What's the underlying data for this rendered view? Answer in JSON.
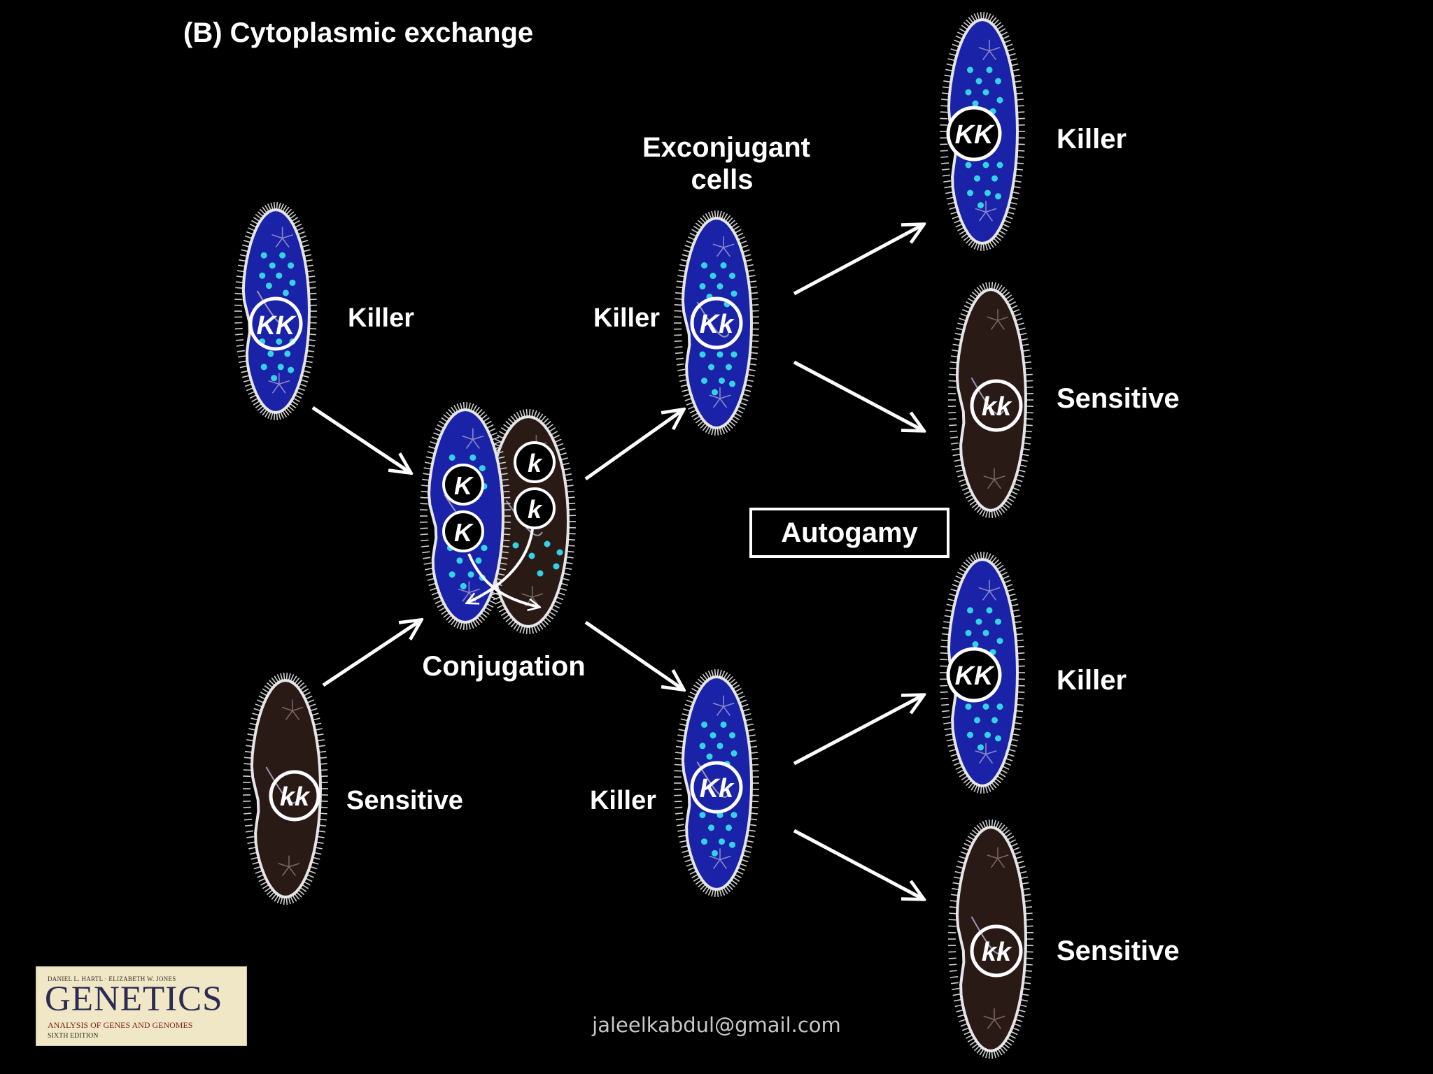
{
  "title": "(B) Cytoplasmic exchange",
  "labels": {
    "parent_killer": "Killer",
    "parent_sensitive": "Sensitive",
    "conjugation": "Conjugation",
    "exconjugant_line1": "Exconjugant",
    "exconjugant_line2": "cells",
    "ex_top": "Killer",
    "ex_bottom": "Killer",
    "autogamy": "Autogamy",
    "r1": "Killer",
    "r2": "Sensitive",
    "r3": "Killer",
    "r4": "Sensitive"
  },
  "genotypes": {
    "parent_killer": "KK",
    "parent_sensitive": "kk",
    "conj_left_1": "K",
    "conj_left_2": "K",
    "conj_right_1": "k",
    "conj_right_2": "k",
    "ex_top": "Kk",
    "ex_bottom": "Kk",
    "r1": "KK",
    "r2": "kk",
    "r3": "KK",
    "r4": "kk"
  },
  "book": {
    "authors": "DANIEL L. HARTL · ELIZABETH W. JONES",
    "title": "GENETICS",
    "subtitle": "ANALYSIS OF GENES AND GENOMES",
    "edition": "SIXTH EDITION"
  },
  "email": "jaleelkabdul@gmail.com",
  "colors": {
    "killer_cell": "#1a23a8",
    "sensitive_cell": "#2a1a16",
    "kappa_particle": "#35d2e6",
    "arrow": "#ffffff"
  }
}
